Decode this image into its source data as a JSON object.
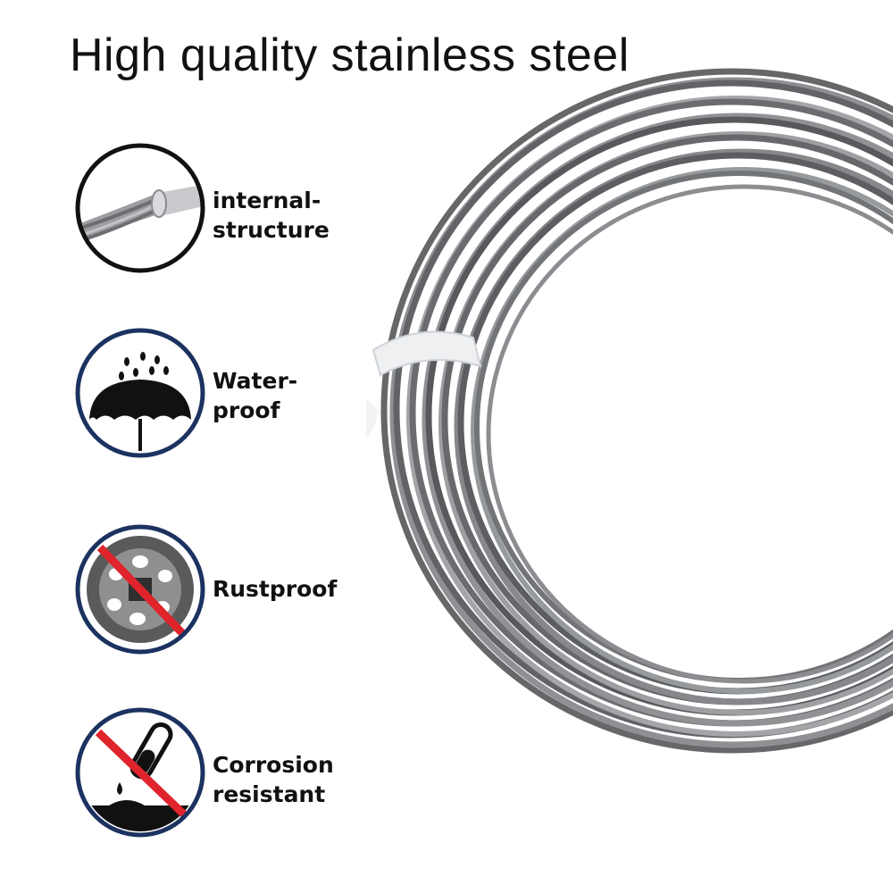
{
  "headline": "High quality stainless steel",
  "features": [
    {
      "icon": "cable-cross-section-icon",
      "lines": [
        "internal-",
        "structure"
      ]
    },
    {
      "icon": "umbrella-rain-icon",
      "lines": [
        "Water-",
        "proof"
      ]
    },
    {
      "icon": "rusty-wheel-prohibited-icon",
      "lines": [
        "Rustproof"
      ]
    },
    {
      "icon": "chemical-spill-prohibited-icon",
      "lines": [
        "Corrosion",
        "resistant"
      ]
    }
  ],
  "colors": {
    "icon_ring_navy": "#1c3260",
    "icon_ring_black": "#111111",
    "prohibited_red": "#e0242b",
    "steel_gray": "#7d7f82"
  }
}
